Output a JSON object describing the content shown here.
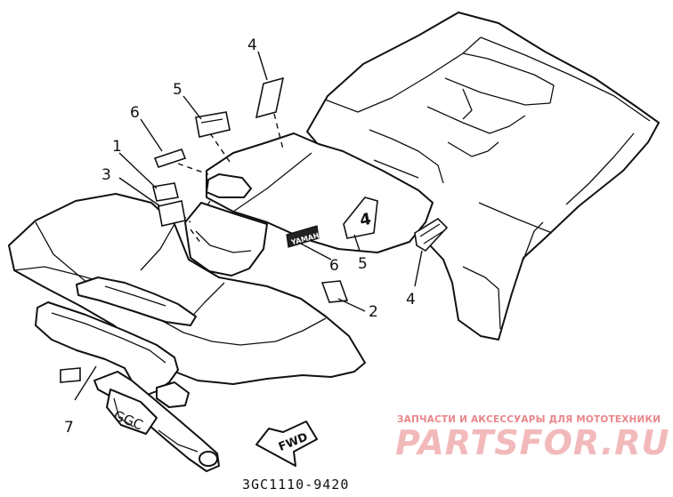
{
  "diagram": {
    "callouts": [
      {
        "id": "c1",
        "text": "1"
      },
      {
        "id": "c2",
        "text": "2"
      },
      {
        "id": "c3",
        "text": "3"
      },
      {
        "id": "c4a",
        "text": "4"
      },
      {
        "id": "c4b",
        "text": "4"
      },
      {
        "id": "c5a",
        "text": "5"
      },
      {
        "id": "c5b",
        "text": "5"
      },
      {
        "id": "c6a",
        "text": "6"
      },
      {
        "id": "c6b",
        "text": "6"
      },
      {
        "id": "c7",
        "text": "7"
      }
    ],
    "decals": {
      "brand": "YAMAHA",
      "badge": "4",
      "plate": "GGC",
      "arrow": "FWD"
    },
    "part_code": "3GC1110-9420"
  },
  "watermark": {
    "line1": "ЗАПЧАСТИ И АКСЕССУАРЫ ДЛЯ МОТОТЕХНИКИ",
    "line2": "PARTSFOR.RU"
  }
}
